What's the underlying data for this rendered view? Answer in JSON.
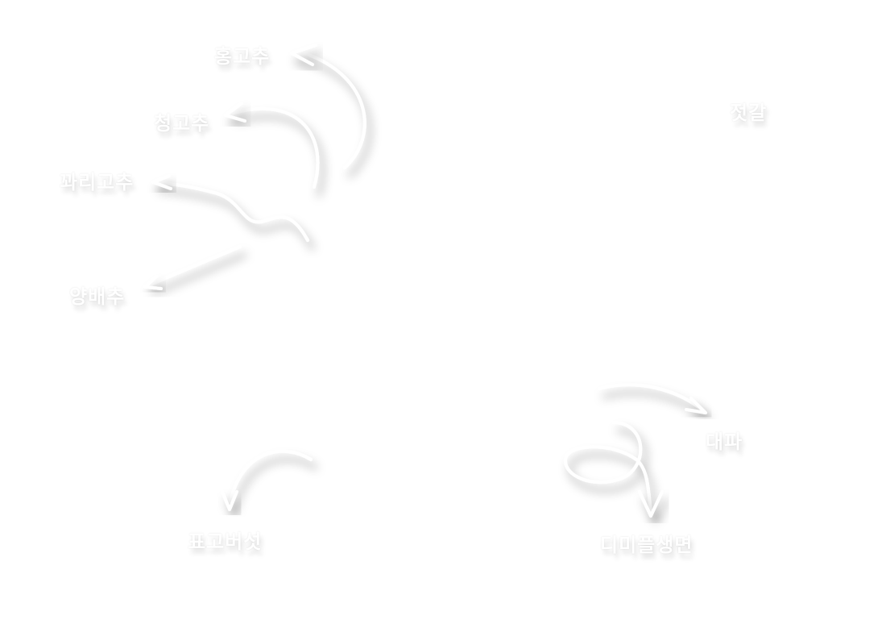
{
  "labels": {
    "hong_gochu": "홍고추",
    "cheong_gochu": "청고추",
    "kkwari_gochu": "꽈리고추",
    "yangbaechu": "양배추",
    "jeotgal": "젓갈",
    "daepa": "대파",
    "pyogo": "표고버섯",
    "dimple": "디미플생면"
  },
  "colors": {
    "background": "#ffffff",
    "stroke": "#ffffff",
    "shadow": "rgba(0,0,0,0.35)"
  }
}
